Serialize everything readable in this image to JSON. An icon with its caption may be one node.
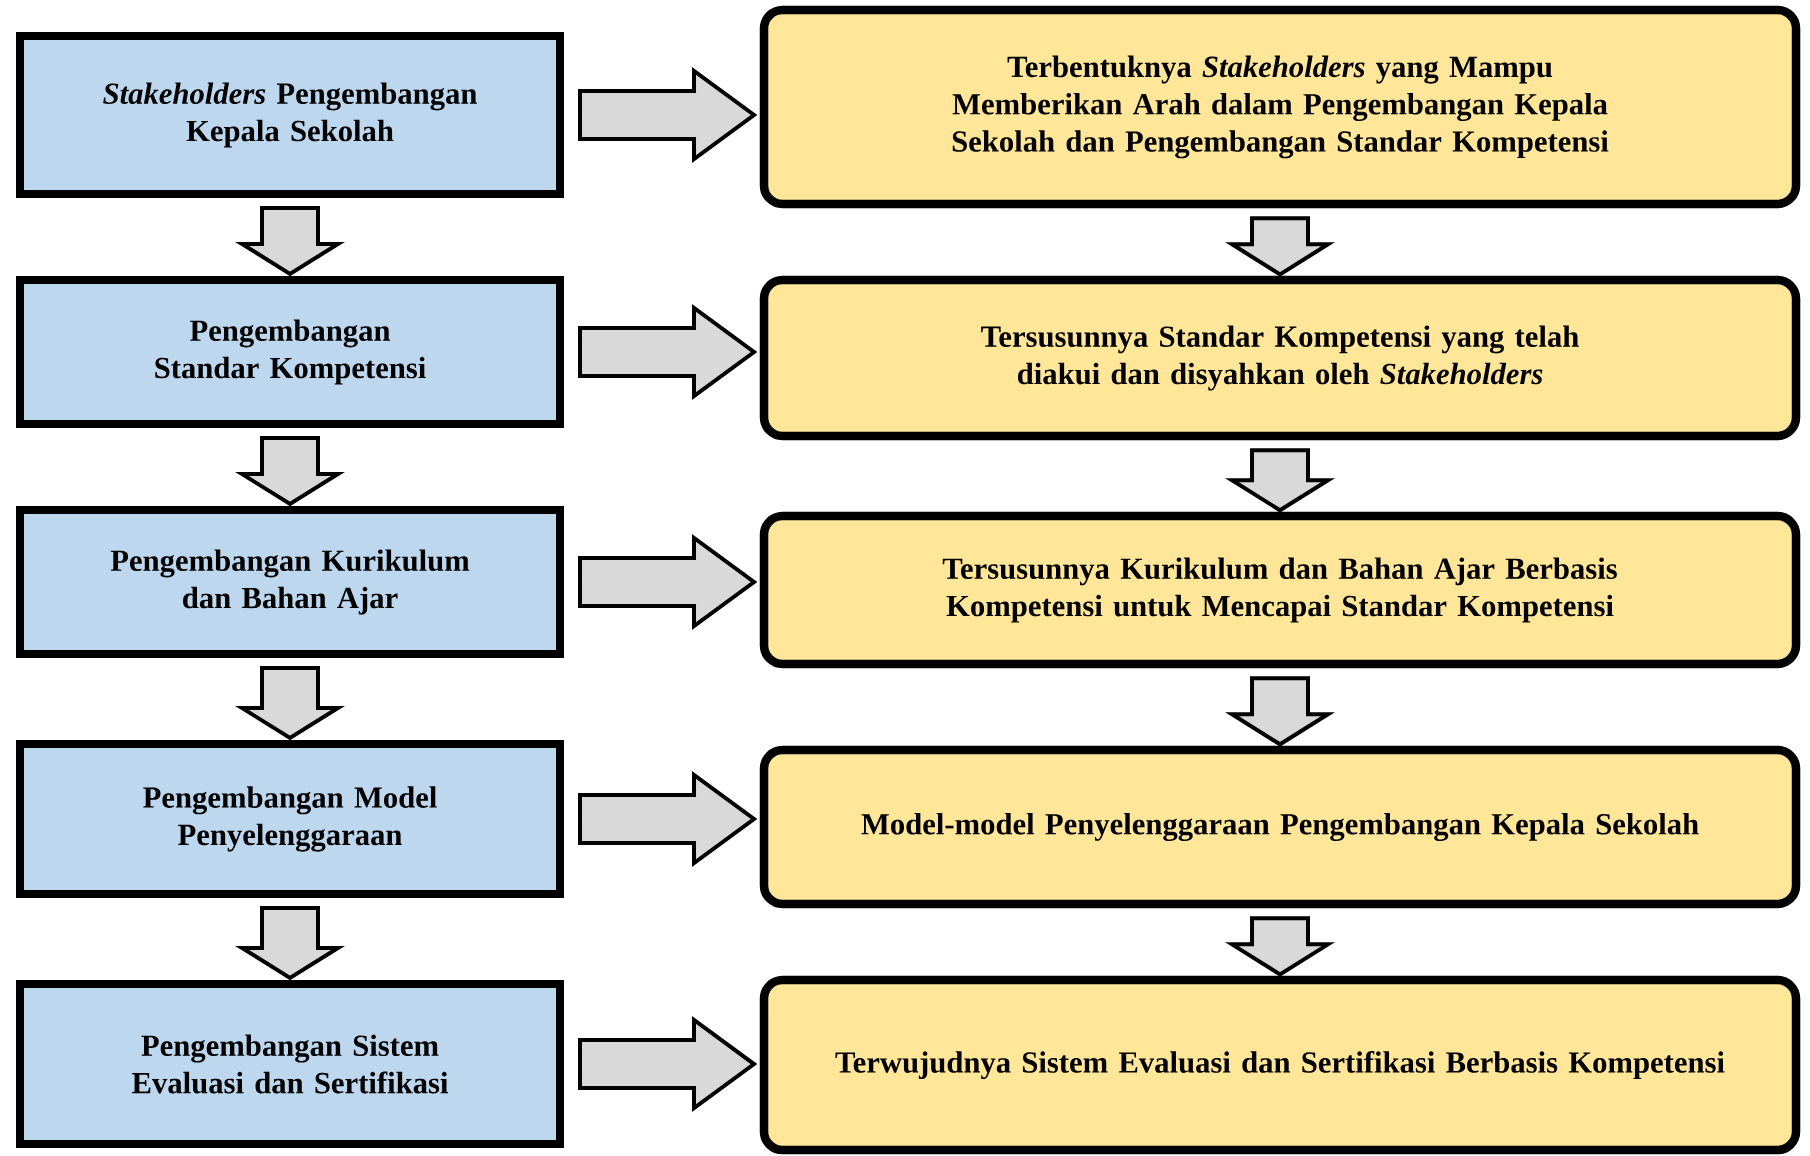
{
  "diagram": {
    "nodes": [
      {
        "text": [
          "*Stakeholders* Pengembangan Kepala Sekolah"
        ]
      },
      {
        "text": [
          "Terbentuknya *Stakeholders* yang Mampu Memberikan Arah dalam Pengembangan Kepala Sekolah dan Pengembangan Standar Kompetensi"
        ]
      },
      {
        "text": [
          "Pengembangan Standar Kompetensi"
        ]
      },
      {
        "text": [
          "Tersusunnya Standar Kompetensi yang telah diakui dan disyahkan oleh *Stakeholders*"
        ]
      },
      {
        "text": [
          "Pengembangan Kurikulum dan Bahan Ajar"
        ]
      },
      {
        "text": [
          "Tersusunnya Kurikulum dan Bahan Ajar Berbasis Kompetensi untuk Mencapai Standar Kompetensi"
        ]
      },
      {
        "text": [
          "Pengembangan Model Penyelenggaraan"
        ]
      },
      {
        "text": [
          "Model-model Penyelenggaraan Pengembangan Kepala Sekolah"
        ]
      },
      {
        "text": [
          "Pengembangan Sistem Evaluasi dan Sertifikasi"
        ]
      },
      {
        "text": [
          "Terwujudnya Sistem Evaluasi dan Sertifikasi Berbasis Kompetensi"
        ]
      }
    ],
    "edges": [
      {
        "from": 0,
        "to": 1,
        "arrow": "to"
      },
      {
        "from": 0,
        "to": 2,
        "arrow": "to"
      },
      {
        "from": 1,
        "to": 3,
        "arrow": "to"
      },
      {
        "from": 2,
        "to": 3,
        "arrow": "to"
      },
      {
        "from": 2,
        "to": 4,
        "arrow": "to"
      },
      {
        "from": 3,
        "to": 5,
        "arrow": "to"
      },
      {
        "from": 4,
        "to": 5,
        "arrow": "to"
      },
      {
        "from": 4,
        "to": 6,
        "arrow": "to"
      },
      {
        "from": 5,
        "to": 7,
        "arrow": "to"
      },
      {
        "from": 6,
        "to": 7,
        "arrow": "to"
      },
      {
        "from": 6,
        "to": 8,
        "arrow": "to"
      },
      {
        "from": 7,
        "to": 9,
        "arrow": "to"
      },
      {
        "from": 8,
        "to": 9,
        "arrow": "to"
      }
    ]
  }
}
